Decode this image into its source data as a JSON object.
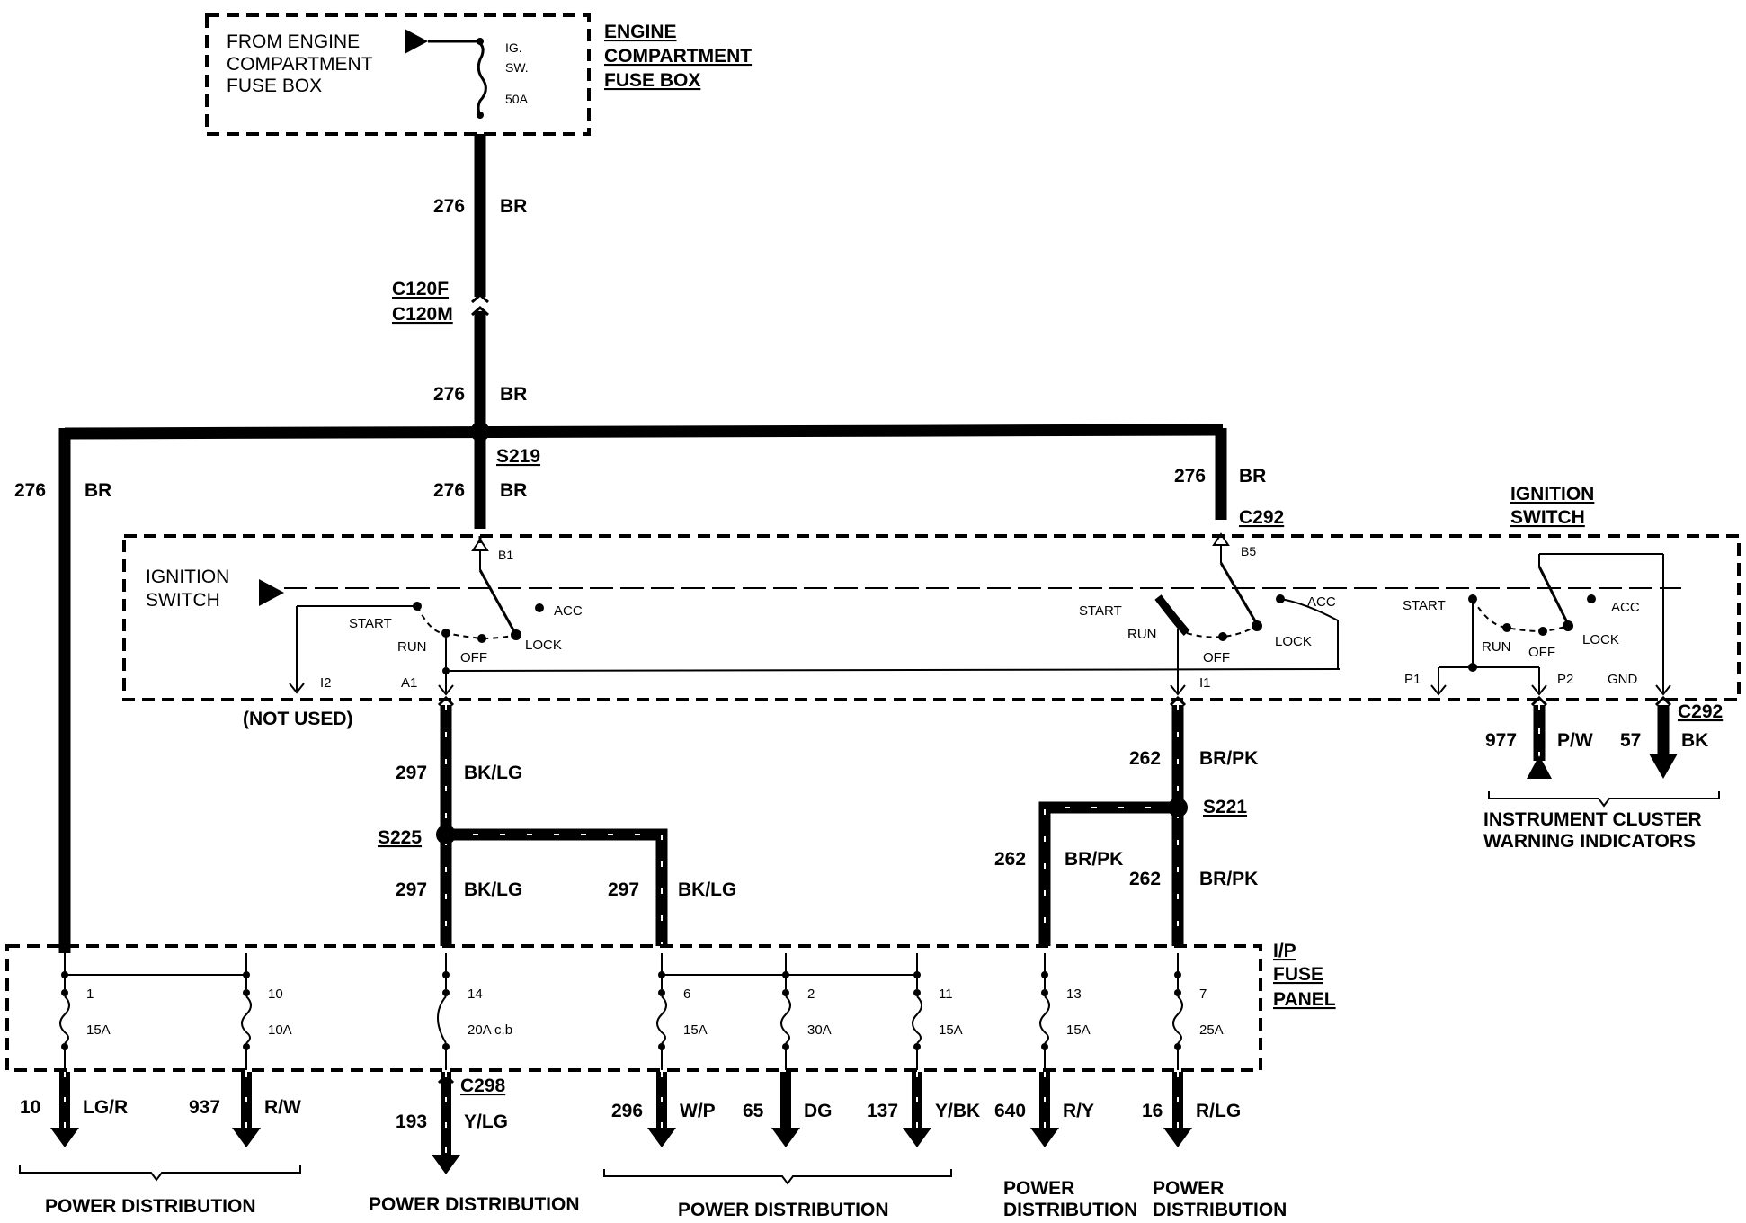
{
  "engine_fuse_box": {
    "inner_label": [
      "FROM ENGINE",
      "COMPARTMENT",
      "FUSE BOX"
    ],
    "fuse_name": "IG.",
    "fuse_sub": "SW.",
    "fuse_rating": "50A",
    "title": [
      "ENGINE",
      "COMPARTMENT",
      "FUSE BOX"
    ]
  },
  "connectors": {
    "c120f": "C120F",
    "c120m": "C120M",
    "s219": "S219",
    "c292_top": "C292",
    "c292_right": "C292",
    "s225": "S225",
    "s221": "S221",
    "c298": "C298"
  },
  "wires": {
    "w276_a": {
      "num": "276",
      "color": "BR"
    },
    "w276_b": {
      "num": "276",
      "color": "BR"
    },
    "w276_left": {
      "num": "276",
      "color": "BR"
    },
    "w276_mid": {
      "num": "276",
      "color": "BR"
    },
    "w276_right": {
      "num": "276",
      "color": "BR"
    },
    "w297_a": {
      "num": "297",
      "color": "BK/LG"
    },
    "w297_b": {
      "num": "297",
      "color": "BK/LG"
    },
    "w297_c": {
      "num": "297",
      "color": "BK/LG"
    },
    "w262_a": {
      "num": "262",
      "color": "BR/PK"
    },
    "w262_b": {
      "num": "262",
      "color": "BR/PK"
    },
    "w262_c": {
      "num": "262",
      "color": "BR/PK"
    },
    "w977": {
      "num": "977",
      "color": "P/W"
    },
    "w57": {
      "num": "57",
      "color": "BK"
    }
  },
  "ignition_switch": {
    "inner_label": [
      "IGNITION",
      "SWITCH"
    ],
    "title": [
      "IGNITION",
      "SWITCH"
    ],
    "pos_start": "START",
    "pos_run": "RUN",
    "pos_off": "OFF",
    "pos_lock": "LOCK",
    "pos_acc": "ACC",
    "pin_b1": "B1",
    "pin_b5": "B5",
    "pin_i2": "I2",
    "pin_a1": "A1",
    "pin_i1": "I1",
    "pin_p1": "P1",
    "pin_p2": "P2",
    "pin_gnd": "GND",
    "not_used": "(NOT USED)"
  },
  "instrument_cluster": [
    "INSTRUMENT CLUSTER",
    "WARNING INDICATORS"
  ],
  "ip_fuse_panel": {
    "title": [
      "I/P",
      "FUSE",
      "PANEL"
    ],
    "fuses": [
      {
        "num": "1",
        "rating": "15A"
      },
      {
        "num": "10",
        "rating": "10A"
      },
      {
        "num": "14",
        "rating": "20A c.b"
      },
      {
        "num": "6",
        "rating": "15A"
      },
      {
        "num": "2",
        "rating": "30A"
      },
      {
        "num": "11",
        "rating": "15A"
      },
      {
        "num": "13",
        "rating": "15A"
      },
      {
        "num": "7",
        "rating": "25A"
      }
    ]
  },
  "outputs": [
    {
      "num": "10",
      "color": "LG/R"
    },
    {
      "num": "937",
      "color": "R/W"
    },
    {
      "num": "193",
      "color": "Y/LG"
    },
    {
      "num": "296",
      "color": "W/P"
    },
    {
      "num": "65",
      "color": "DG"
    },
    {
      "num": "137",
      "color": "Y/BK"
    },
    {
      "num": "640",
      "color": "R/Y"
    },
    {
      "num": "16",
      "color": "R/LG"
    }
  ],
  "destinations": {
    "pd1": "POWER DISTRIBUTION",
    "pd2": "POWER DISTRIBUTION",
    "pd3": "POWER DISTRIBUTION",
    "pd4": [
      "POWER",
      "DISTRIBUTION"
    ],
    "pd5": [
      "POWER",
      "DISTRIBUTION"
    ]
  }
}
